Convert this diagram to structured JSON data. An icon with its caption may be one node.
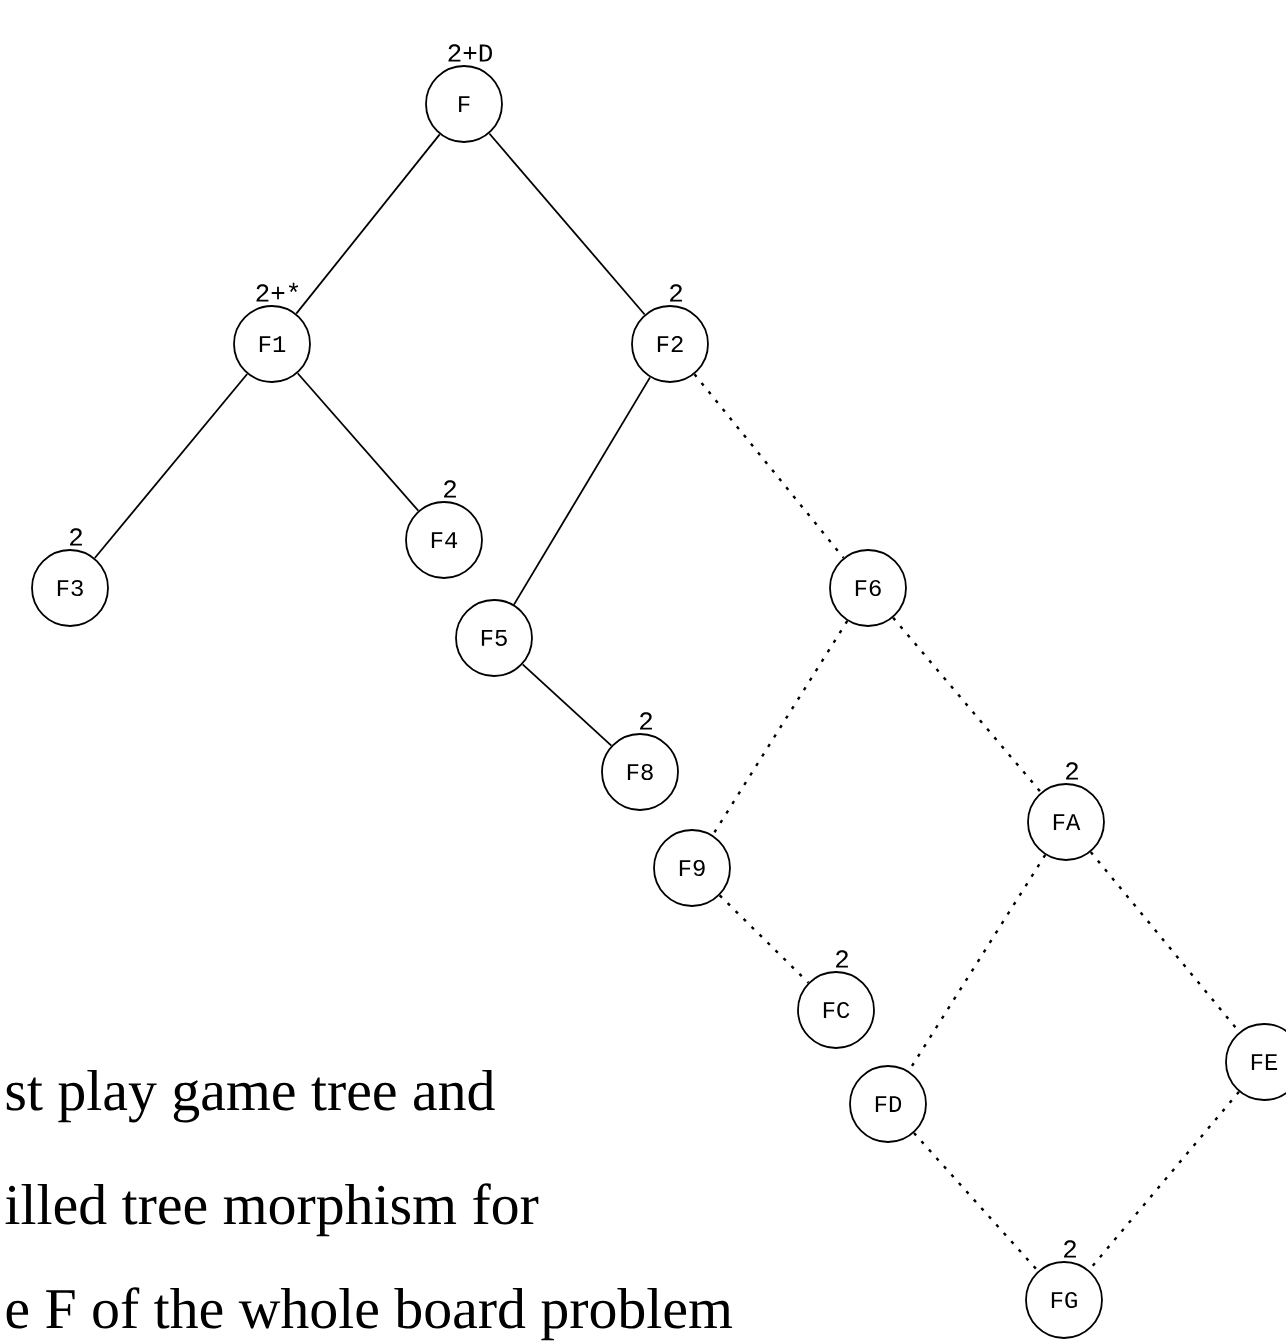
{
  "diagram": {
    "nodes": [
      {
        "text": [
          "F"
        ],
        "beside": [
          "2+D"
        ]
      },
      {
        "text": [
          "F1"
        ],
        "beside": [
          "2+*"
        ]
      },
      {
        "text": [
          "F2"
        ],
        "beside": [
          "2"
        ]
      },
      {
        "text": [
          "F3"
        ],
        "beside": [
          "2"
        ]
      },
      {
        "text": [
          "F4"
        ],
        "beside": [
          "2"
        ]
      },
      {
        "text": [
          "F5"
        ]
      },
      {
        "text": [
          "F6"
        ]
      },
      {
        "text": [
          "F8"
        ],
        "beside": [
          "2"
        ]
      },
      {
        "text": [
          "F9"
        ]
      },
      {
        "text": [
          "FA"
        ],
        "beside": [
          "2"
        ]
      },
      {
        "text": [
          "FC"
        ],
        "beside": [
          "2"
        ]
      },
      {
        "text": [
          "FE"
        ]
      },
      {
        "text": [
          "FD"
        ]
      },
      {
        "text": [
          "FG"
        ],
        "beside": [
          "2"
        ]
      }
    ],
    "edges": [
      {
        "from": 0,
        "to": 1,
        "arrow": "none"
      },
      {
        "from": 0,
        "to": 2,
        "arrow": "none"
      },
      {
        "from": 1,
        "to": 3,
        "arrow": "none"
      },
      {
        "from": 1,
        "to": 4,
        "arrow": "none"
      },
      {
        "from": 2,
        "to": 5,
        "arrow": "none"
      },
      {
        "from": 5,
        "to": 7,
        "arrow": "none"
      },
      {
        "from": 2,
        "to": 6,
        "arrow": "none",
        "style": "dashed"
      },
      {
        "from": 6,
        "to": 8,
        "arrow": "none",
        "style": "dashed"
      },
      {
        "from": 6,
        "to": 9,
        "arrow": "none",
        "style": "dashed"
      },
      {
        "from": 8,
        "to": 10,
        "arrow": "none",
        "style": "dashed"
      },
      {
        "from": 9,
        "to": 12,
        "arrow": "none",
        "style": "dashed"
      },
      {
        "from": 9,
        "to": 11,
        "arrow": "none",
        "style": "dashed"
      },
      {
        "from": 12,
        "to": 13,
        "arrow": "none",
        "style": "dashed"
      },
      {
        "from": 11,
        "to": 13,
        "arrow": "none",
        "style": "dashed"
      }
    ],
    "labels": [
      "st play game tree and",
      "illed tree morphism for",
      "e F of the whole board problem"
    ]
  }
}
